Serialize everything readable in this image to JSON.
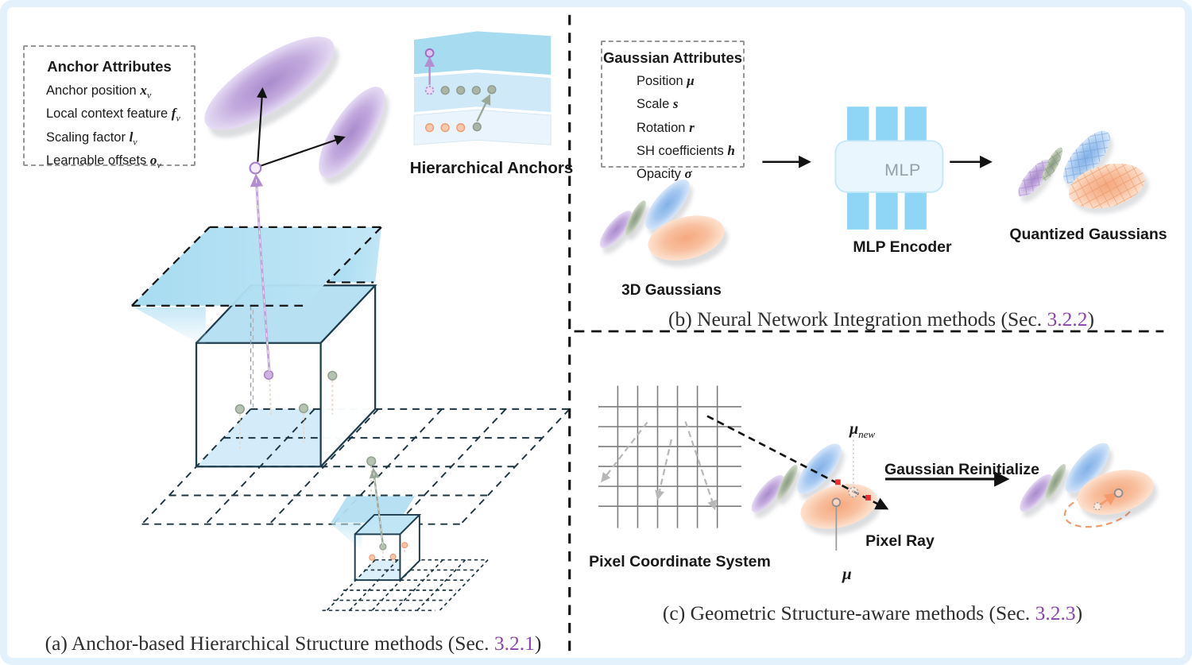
{
  "figure": {
    "panel_a": {
      "attributes_box": {
        "title": "Anchor Attributes",
        "items": [
          {
            "text": "Anchor position",
            "var": "x",
            "sub": "v"
          },
          {
            "text": "Local context feature",
            "var": "f",
            "sub": "v"
          },
          {
            "text": "Scaling factor",
            "var": "l",
            "sub": "v"
          },
          {
            "text": "Learnable offsets",
            "var": "o",
            "sub": "v"
          }
        ]
      },
      "hierarchical_anchors_label": "Hierarchical Anchors",
      "caption": {
        "text": "(a) Anchor-based Hierarchical Structure methods (Sec. ",
        "section": "3.2.1",
        "close": ")"
      }
    },
    "panel_b": {
      "attributes_box": {
        "title": "Gaussian Attributes",
        "items": [
          {
            "text": "Position",
            "var": "μ",
            "sub": ""
          },
          {
            "text": "Scale",
            "var": "s",
            "sub": ""
          },
          {
            "text": "Rotation",
            "var": "r",
            "sub": ""
          },
          {
            "text": "SH coefficients",
            "var": "h",
            "sub": ""
          },
          {
            "text": "Opacity",
            "var": "σ",
            "sub": ""
          }
        ]
      },
      "labels": {
        "gaussians_3d": "3D Gaussians",
        "mlp": "MLP",
        "mlp_encoder": "MLP Encoder",
        "quantized": "Quantized Gaussians"
      },
      "caption": {
        "text": "(b) Neural Network Integration methods (Sec. ",
        "section": "3.2.2",
        "close": ")"
      }
    },
    "panel_c": {
      "labels": {
        "pixel_coordinate_system": "Pixel Coordinate System",
        "pixel_ray": "Pixel Ray",
        "gaussian_reinitialize": "Gaussian Reinitialize",
        "mu": "μ",
        "mu_new_base": "μ",
        "mu_new_sub": "new"
      },
      "caption": {
        "text": "(c) Geometric Structure-aware methods (Sec. ",
        "section": "3.2.3",
        "close": ")"
      }
    },
    "colors": {
      "frame_border": "#e2f1fc",
      "section_link": "#8a44ad",
      "plane_blue": "#a9def2",
      "gaussian_purple": "#b79ad6",
      "gaussian_blue": "#9cc3ef",
      "gaussian_orange": "#f8c0a0",
      "gaussian_green": "#a7b49f",
      "mlp_bar_blue": "#8ed5f6",
      "highlight_red": "#e92f2f"
    }
  }
}
